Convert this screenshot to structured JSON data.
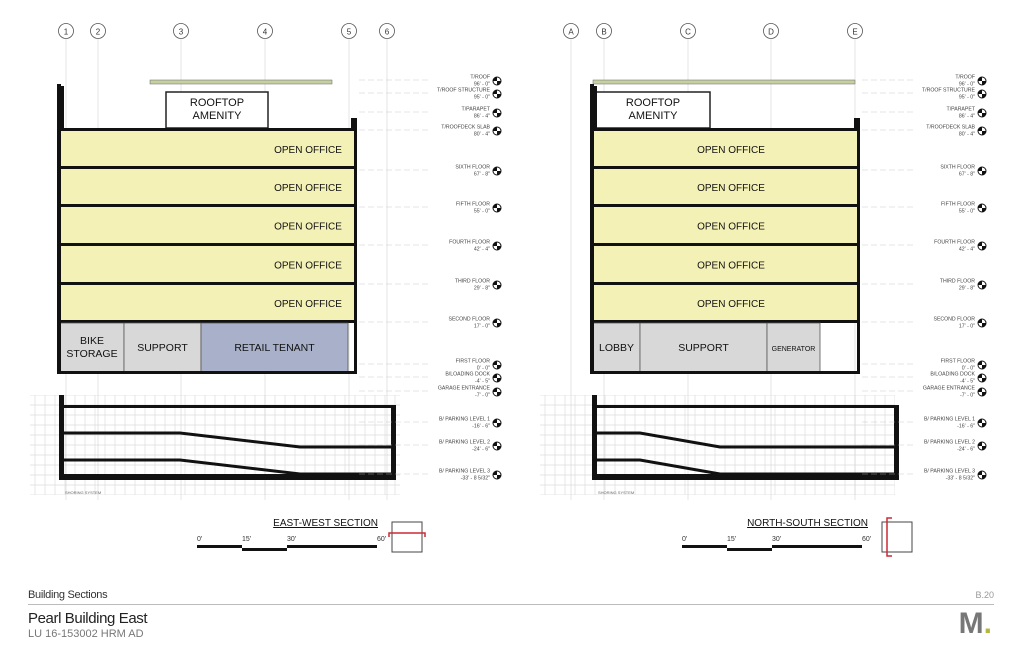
{
  "sheet": {
    "section_title": "Building Sections",
    "sheet_number": "B.20",
    "project_name": "Pearl Building East",
    "project_code": "LU 16-153002 HRM AD",
    "logo_text": "M",
    "logo_dot": "."
  },
  "colors": {
    "office": "#f3f1b6",
    "support": "#d8d8d8",
    "retail": "#a8b1c9",
    "roof_green": "#c5cfa0",
    "section_marker": "#cc2a36",
    "earth_hatch": "#e4e4e4"
  },
  "levels": [
    {
      "name": "T/ROOF",
      "elevation": "96' - 0\""
    },
    {
      "name": "T/ROOF STRUCTURE",
      "elevation": "95' - 0\""
    },
    {
      "name": "T/PARAPET",
      "elevation": "86' - 4\""
    },
    {
      "name": "T/ROOFDECK SLAB",
      "elevation": "80' - 4\""
    },
    {
      "name": "SIXTH FLOOR",
      "elevation": "67' - 8\""
    },
    {
      "name": "FIFTH FLOOR",
      "elevation": "55' - 0\""
    },
    {
      "name": "FOURTH FLOOR",
      "elevation": "42' - 4\""
    },
    {
      "name": "THIRD FLOOR",
      "elevation": "29' - 8\""
    },
    {
      "name": "SECOND FLOOR",
      "elevation": "17' - 0\""
    },
    {
      "name": "FIRST FLOOR",
      "elevation": "0' - 0\""
    },
    {
      "name": "B/LOADING DOCK",
      "elevation": "-4' - 5\""
    },
    {
      "name": "GARAGE ENTRANCE",
      "elevation": "-7' - 0\""
    },
    {
      "name": "B/ PARKING LEVEL 1",
      "elevation": "-16' - 6\""
    },
    {
      "name": "B/ PARKING LEVEL 2",
      "elevation": "-24' - 6\""
    },
    {
      "name": "B/ PARKING LEVEL 3",
      "elevation": "-33' - 8 5/32\""
    }
  ],
  "east_west": {
    "title": "EAST-WEST SECTION",
    "grid_lines": [
      "1",
      "2",
      "3",
      "4",
      "5",
      "6"
    ],
    "rooftop": "ROOFTOP AMENITY",
    "office_floors": [
      "OPEN OFFICE",
      "OPEN OFFICE",
      "OPEN OFFICE",
      "OPEN OFFICE",
      "OPEN OFFICE"
    ],
    "ground_rooms": [
      {
        "label": "BIKE STORAGE",
        "type": "support"
      },
      {
        "label": "SUPPORT",
        "type": "support"
      },
      {
        "label": "RETAIL TENANT",
        "type": "retail"
      }
    ],
    "shoring": "SHORING SYSTEM",
    "scale": [
      "0'",
      "15'",
      "30'",
      "60'"
    ]
  },
  "north_south": {
    "title": "NORTH-SOUTH SECTION",
    "grid_lines": [
      "A",
      "B",
      "C",
      "D",
      "E"
    ],
    "rooftop": "ROOFTOP AMENITY",
    "office_floors": [
      "OPEN OFFICE",
      "OPEN OFFICE",
      "OPEN OFFICE",
      "OPEN OFFICE",
      "OPEN OFFICE"
    ],
    "ground_rooms": [
      {
        "label": "LOBBY",
        "type": "support"
      },
      {
        "label": "SUPPORT",
        "type": "support"
      },
      {
        "label": "GENERATOR",
        "type": "support"
      }
    ],
    "shoring": "SHORING SYSTEM",
    "scale": [
      "0'",
      "15'",
      "30'",
      "60'"
    ]
  }
}
